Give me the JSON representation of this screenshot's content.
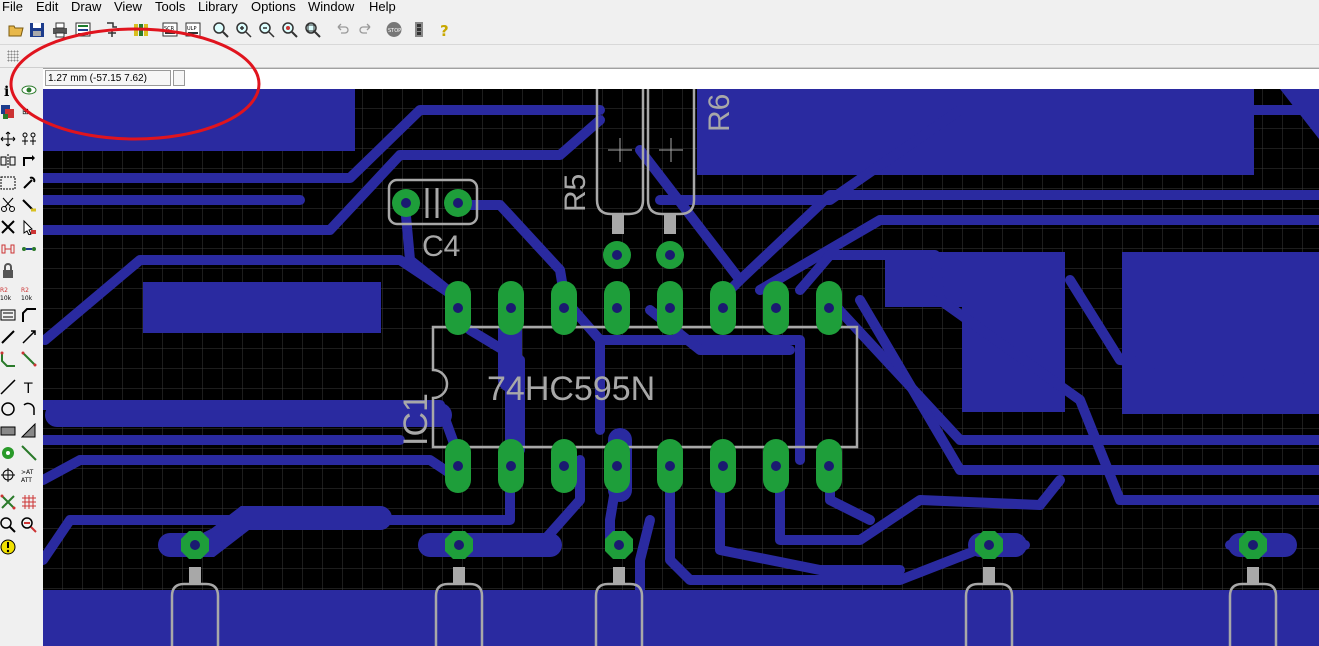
{
  "menu": [
    "File",
    "Edit",
    "Draw",
    "View",
    "Tools",
    "Library",
    "Options",
    "Window",
    "Help"
  ],
  "coord": {
    "grid": "1.27 mm (-57.15 7.62)",
    "command": ""
  },
  "toolbar_icons": [
    "open-icon",
    "save-icon",
    "print-icon",
    "cam-icon",
    "script-icon",
    "ulp-icon",
    "library-icon",
    "scr-icon",
    "ulp-run-icon",
    "zoom-fit-icon",
    "zoom-in-icon",
    "zoom-out-icon",
    "zoom-redraw-icon",
    "zoom-select-icon",
    "undo-icon",
    "redo-icon",
    "stop-icon",
    "go-icon",
    "help-icon"
  ],
  "left_icons": [
    "info-icon",
    "show-icon",
    "display-icon",
    "mark-icon",
    "move-icon",
    "copy-icon",
    "mirror-icon",
    "rotate-icon",
    "group-icon",
    "change-icon",
    "cut-icon",
    "paste-icon",
    "delete-icon",
    "add-icon",
    "name-icon",
    "value-icon",
    "smash-icon",
    "miter-icon",
    "split-icon",
    "optimize-icon",
    "route-icon",
    "ripup-icon",
    "wire-icon",
    "text-icon",
    "circle-icon",
    "arc-icon",
    "rect-icon",
    "polygon-icon",
    "via-icon",
    "signal-icon",
    "hole-icon",
    "attribute-icon",
    "ratsnest-icon",
    "auto-icon",
    "erc-icon",
    "drc-icon",
    "errors-icon"
  ],
  "board": {
    "labels": {
      "c4": "C4",
      "r5": "R5",
      "r6": "R6",
      "ic1": "IC1",
      "ic_value": "74HC595N"
    },
    "colors": {
      "background": "#000000",
      "copper": "#2a2aa0",
      "pad": "#1e9e3a",
      "outline": "#a8a8a8",
      "grid": "#3a3a3a",
      "annotation": "#e0141e"
    }
  }
}
